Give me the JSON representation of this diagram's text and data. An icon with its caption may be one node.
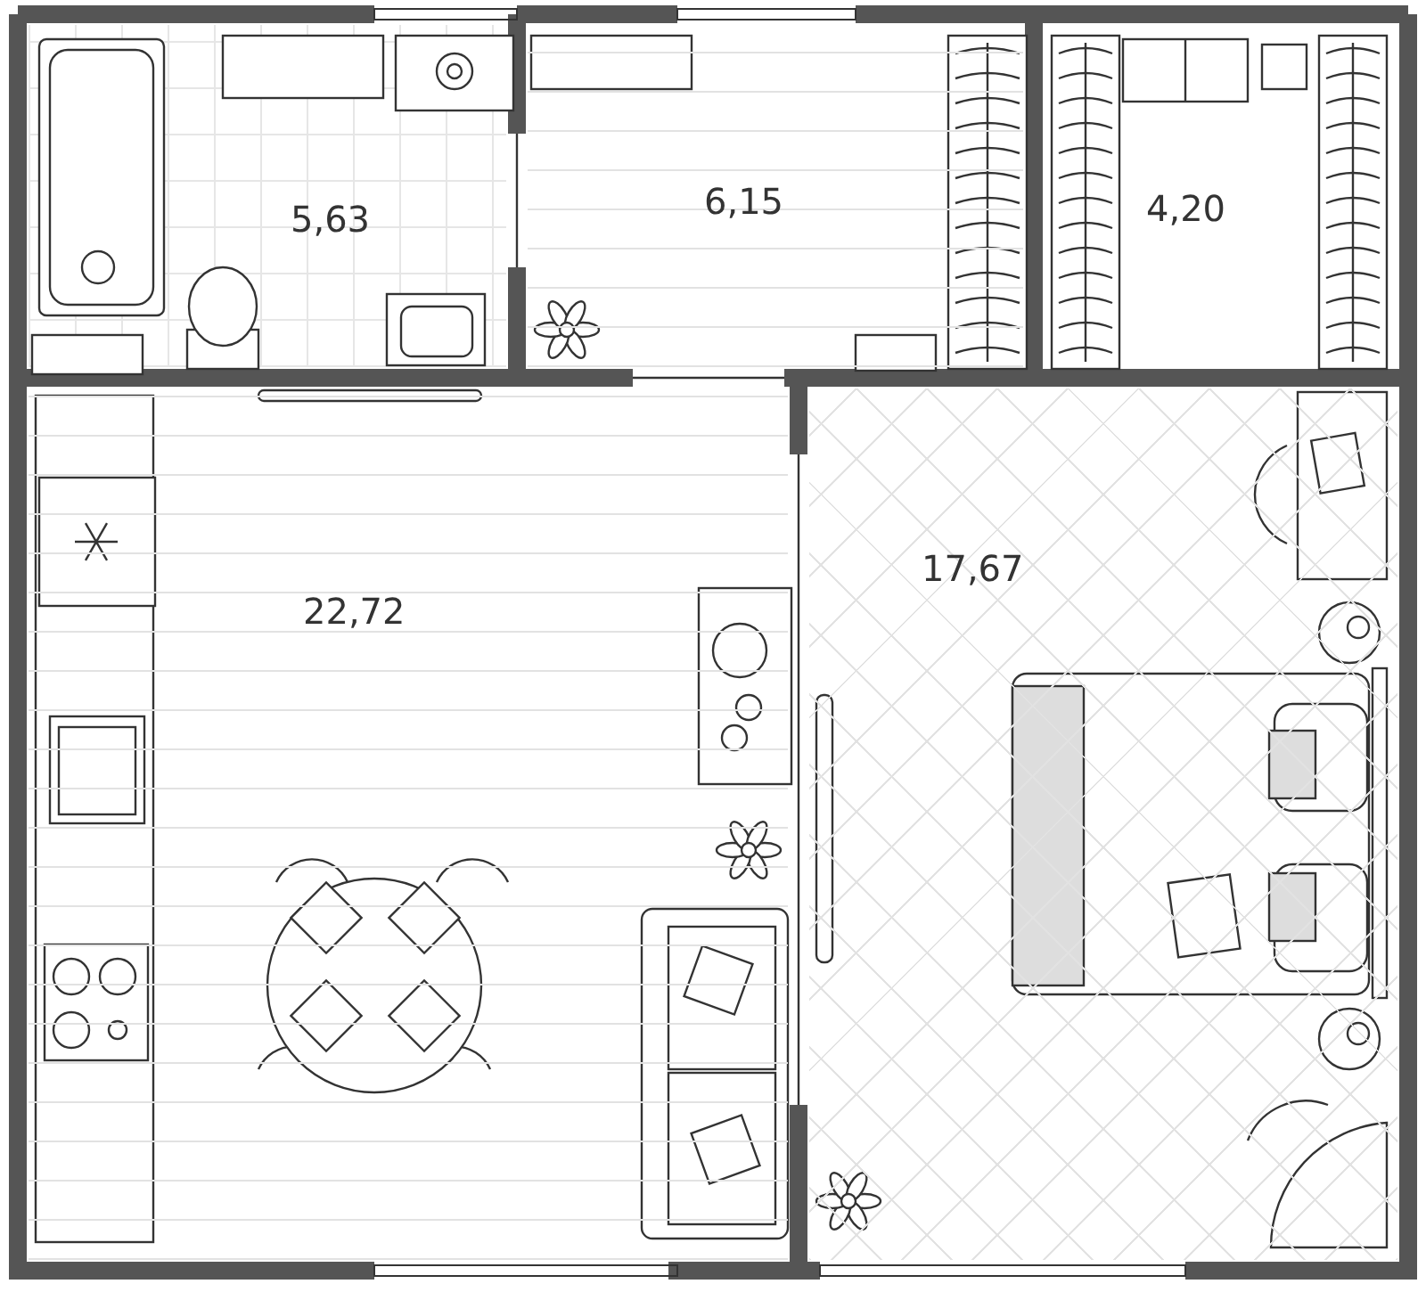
{
  "diagram": {
    "nodes": [
      {
        "text": [
          "5,63"
        ]
      },
      {
        "text": [
          "6,15"
        ]
      },
      {
        "text": [
          "4,20"
        ]
      },
      {
        "text": [
          "22,72"
        ]
      },
      {
        "text": [
          "17,67"
        ]
      }
    ],
    "edges": []
  }
}
